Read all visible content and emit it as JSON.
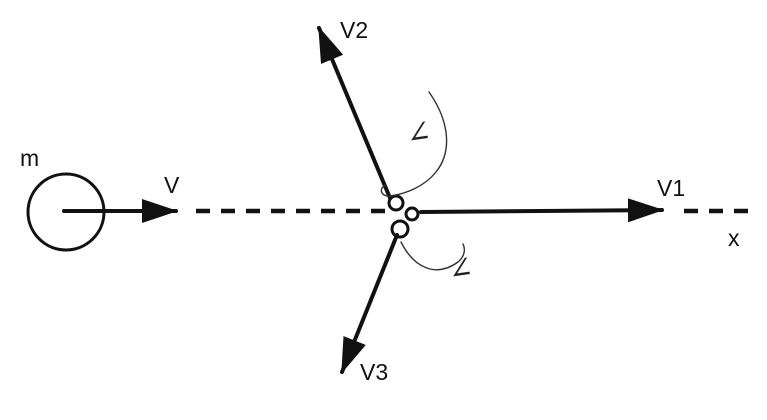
{
  "diagram": {
    "mass_label": "m",
    "initial_velocity_label": "V",
    "v1_label": "V1",
    "v2_label": "V2",
    "v3_label": "V3",
    "axis_label": "x",
    "angle_upper_label": "∠",
    "angle_lower_label": "∠"
  }
}
